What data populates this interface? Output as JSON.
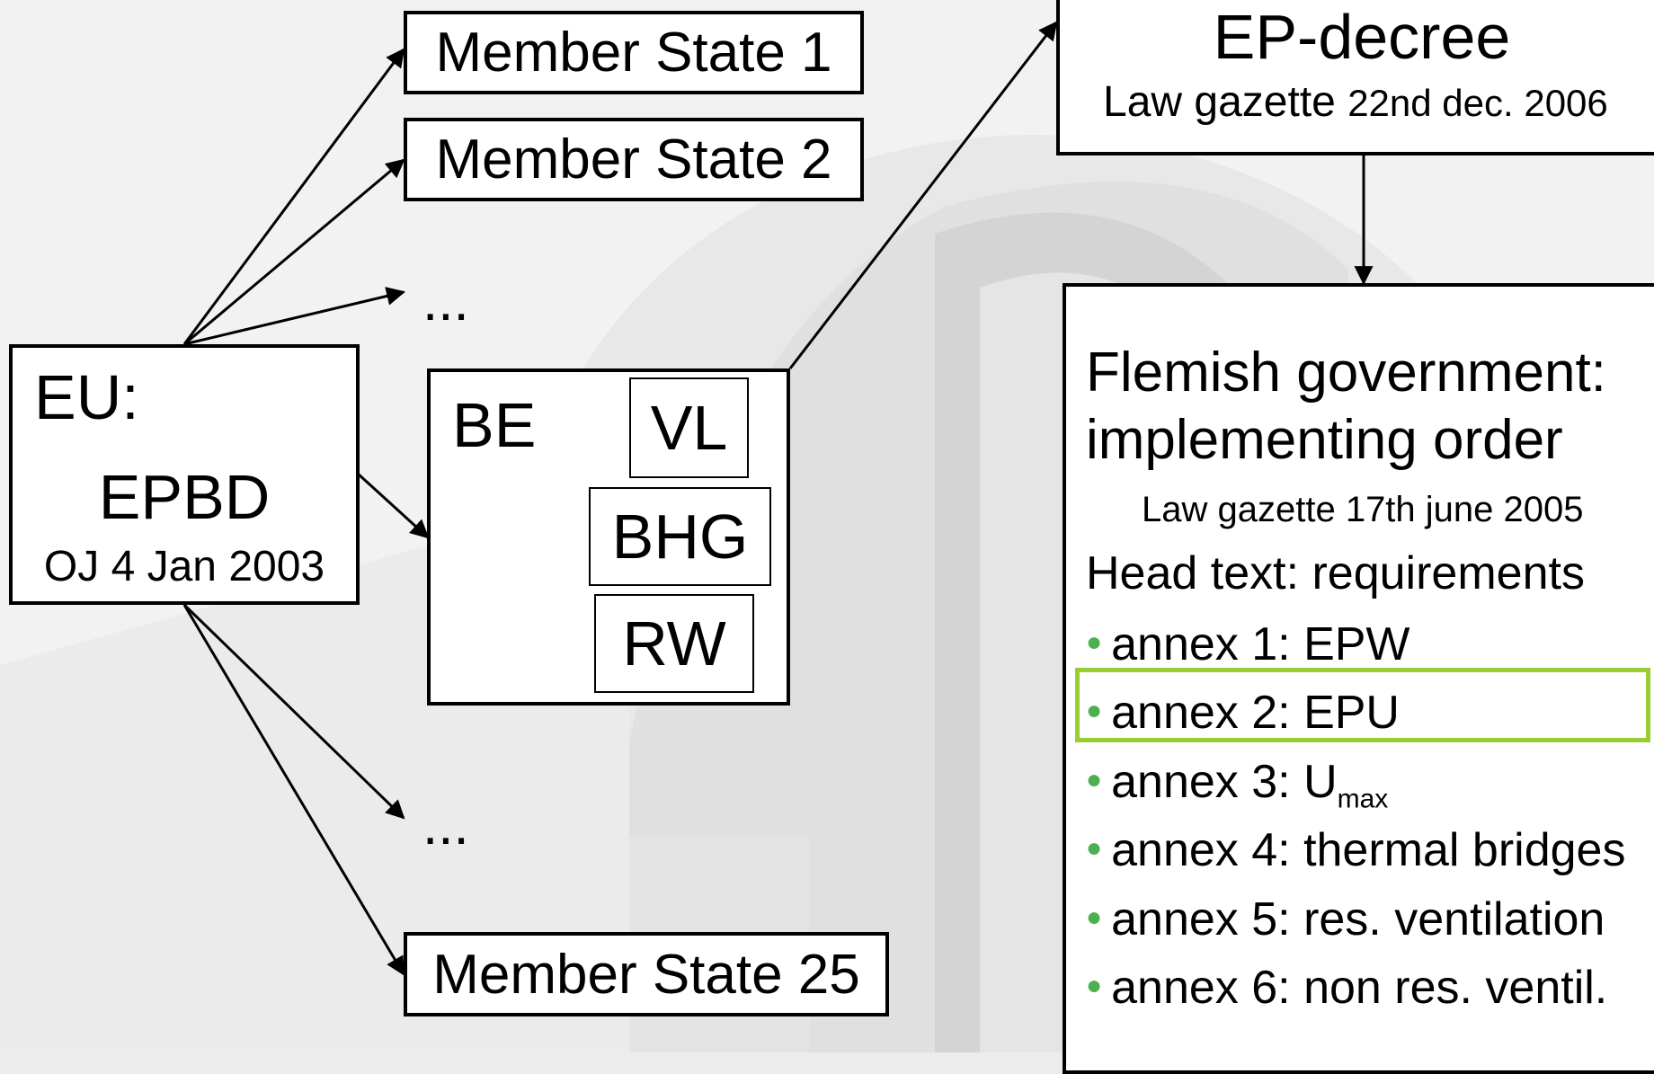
{
  "member_states": {
    "ms1": "Member State 1",
    "ms2": "Member State 2",
    "ms25": "Member State 25",
    "dots_top": "...",
    "dots_bottom": "..."
  },
  "eu": {
    "prefix": "EU:",
    "name": "EPBD",
    "oj": "OJ 4 Jan 2003"
  },
  "be": {
    "label": "BE",
    "regions": [
      "VL",
      "BHG",
      "RW"
    ]
  },
  "ep_decree": {
    "title": "EP-decree",
    "gazette_label": "Law gazette",
    "gazette_date": "22nd dec. 2006"
  },
  "flemish": {
    "title_line1": "Flemish government:",
    "title_line2": "implementing order",
    "gazette": "Law gazette 17th june 2005",
    "head_text": "Head text: requirements",
    "annexes": [
      {
        "text": "annex 1: EPW"
      },
      {
        "text": "annex 2: EPU",
        "highlighted": true
      },
      {
        "text": "annex 3: U",
        "subscript": "max"
      },
      {
        "text": "annex 4: thermal bridges"
      },
      {
        "text": "annex 5: res. ventilation"
      },
      {
        "text": "annex 6: non res. ventil."
      }
    ]
  },
  "colors": {
    "highlight": "#9acd32",
    "bullet": "#4caf50",
    "background": "#ececec"
  }
}
